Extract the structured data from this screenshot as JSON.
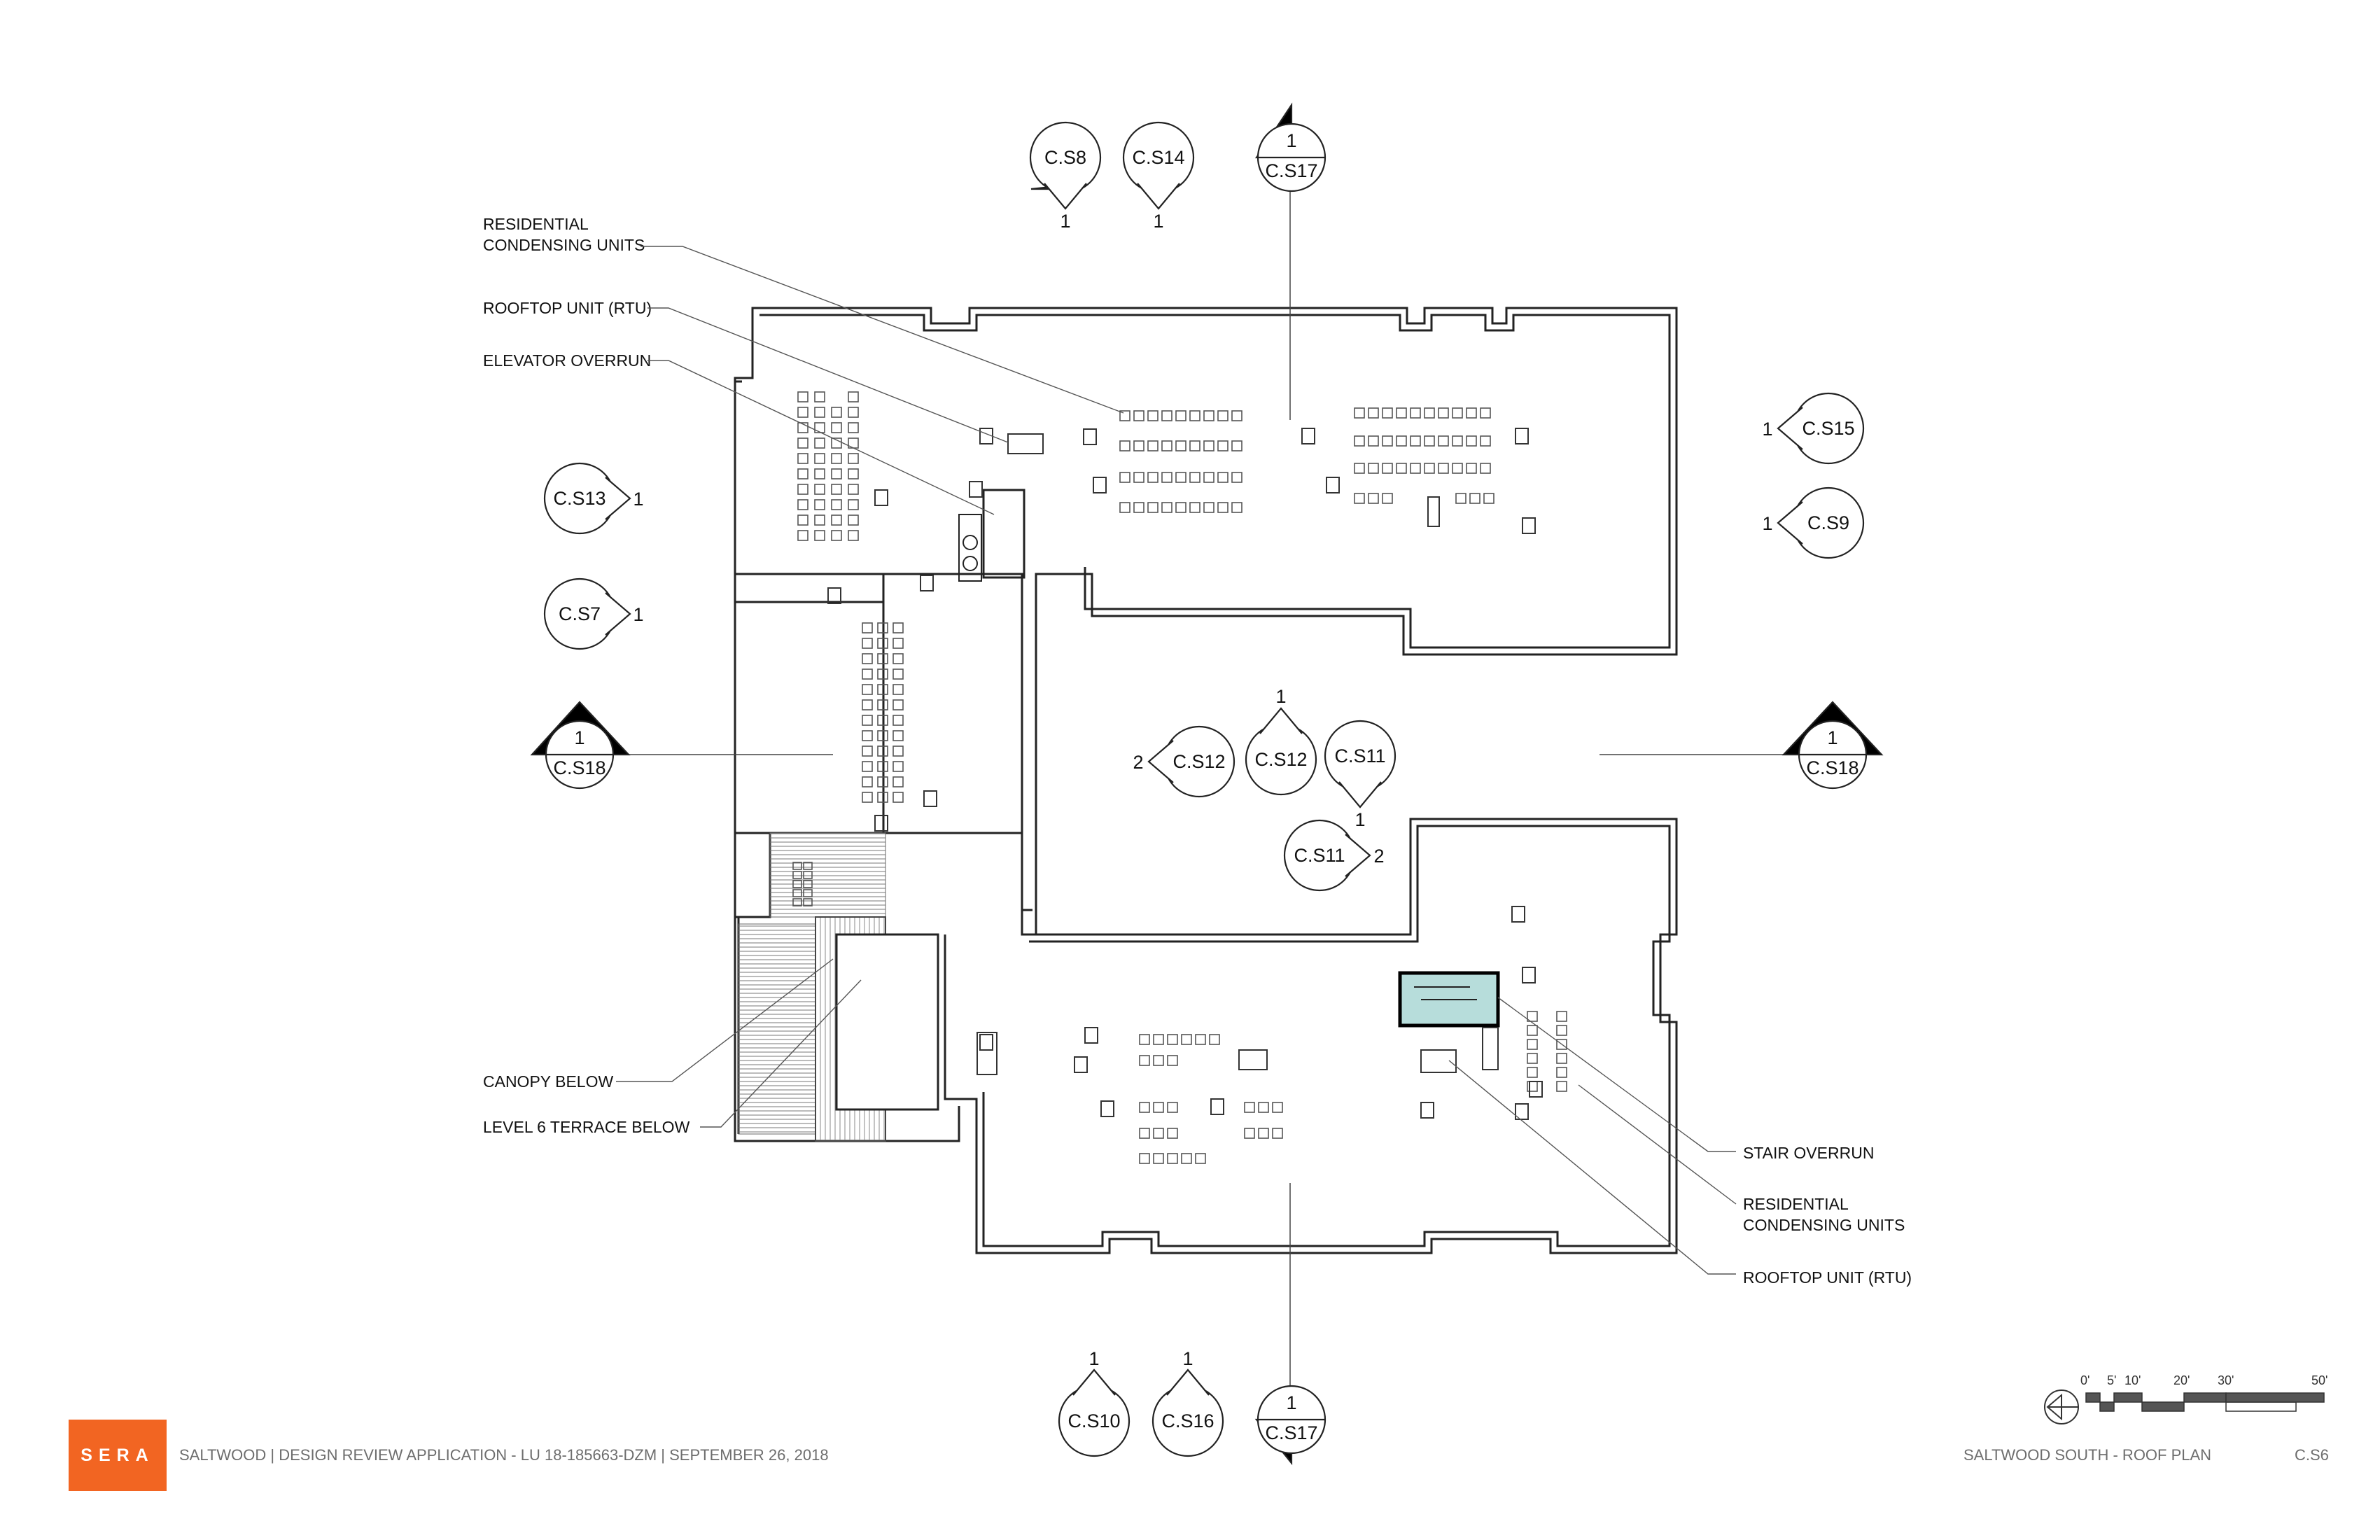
{
  "brand": {
    "logo_text": "SERA"
  },
  "footer": {
    "project": "SALTWOOD  |  DESIGN REVIEW APPLICATION - LU 18-185663-DZM  |  SEPTEMBER 26, 2018",
    "sheet_title": "SALTWOOD SOUTH - ROOF PLAN",
    "sheet_number": "C.S6"
  },
  "scale_bar": {
    "ticks": [
      "0'",
      "5'",
      "10'",
      "20'",
      "30'",
      "50'"
    ]
  },
  "callouts": [
    {
      "id": "top-left-1",
      "lines": [
        "RESIDENTIAL",
        "CONDENSING UNITS"
      ]
    },
    {
      "id": "top-left-2",
      "lines": [
        "ROOFTOP UNIT (RTU)"
      ]
    },
    {
      "id": "top-left-3",
      "lines": [
        "ELEVATOR OVERRUN"
      ]
    },
    {
      "id": "bottom-left-1",
      "lines": [
        "CANOPY BELOW"
      ]
    },
    {
      "id": "bottom-left-2",
      "lines": [
        "LEVEL 6 TERRACE BELOW"
      ]
    },
    {
      "id": "right-1",
      "lines": [
        "STAIR OVERRUN"
      ]
    },
    {
      "id": "right-2",
      "lines": [
        "RESIDENTIAL",
        "CONDENSING UNITS"
      ]
    },
    {
      "id": "right-3",
      "lines": [
        "ROOFTOP UNIT (RTU)"
      ]
    }
  ],
  "elevation_markers": [
    {
      "sheet": "C.S8",
      "num": "1"
    },
    {
      "sheet": "C.S14",
      "num": "1"
    },
    {
      "sheet": "C.S13",
      "num": "1"
    },
    {
      "sheet": "C.S7",
      "num": "1"
    },
    {
      "sheet": "C.S15",
      "num": "1"
    },
    {
      "sheet": "C.S9",
      "num": "1"
    },
    {
      "sheet": "C.S12",
      "num": "2"
    },
    {
      "sheet": "C.S12",
      "num": "1"
    },
    {
      "sheet": "C.S11",
      "num": "1"
    },
    {
      "sheet": "C.S11",
      "num": "2"
    },
    {
      "sheet": "C.S10",
      "num": "1"
    },
    {
      "sheet": "C.S16",
      "num": "1"
    }
  ],
  "section_markers": [
    {
      "sheet": "C.S17",
      "num": "1"
    },
    {
      "sheet": "C.S18",
      "num": "1"
    },
    {
      "sheet": "C.S18",
      "num": "1"
    },
    {
      "sheet": "C.S17",
      "num": "1"
    }
  ],
  "colors": {
    "brand": "#f26522",
    "stair_fill": "#b7dddb",
    "line": "#222222"
  },
  "icons": {
    "north_arrow": "north-arrow-icon"
  }
}
